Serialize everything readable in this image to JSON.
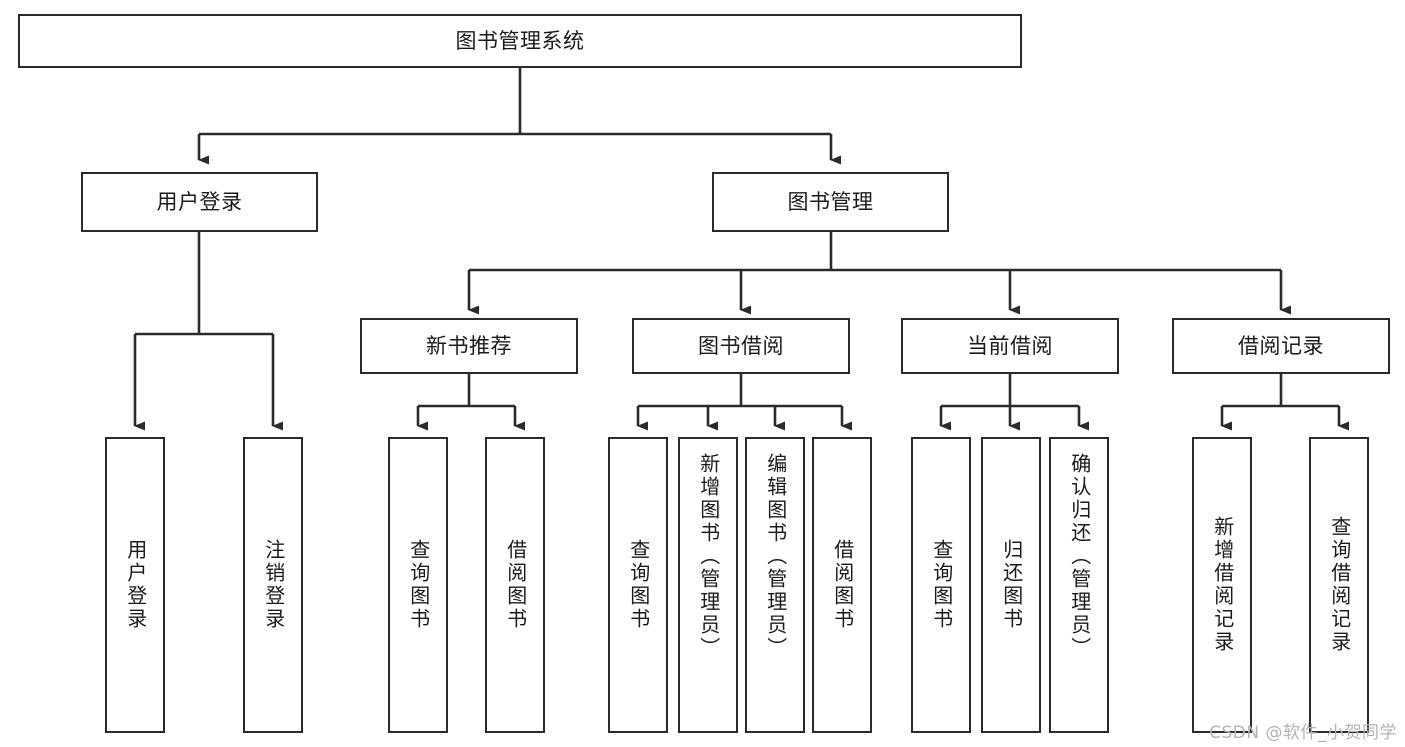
{
  "diagram": {
    "type": "tree-hierarchy",
    "title": "图书管理系统",
    "watermark": "CSDN @软件_小贺同学",
    "colors": {
      "box_border": "#2b2b2b",
      "box_fill": "#ffffff",
      "connector": "#2b2b2b",
      "text": "#1b1b1b",
      "watermark": "#b4b4b4"
    },
    "root": {
      "label": "图书管理系统"
    },
    "level2": [
      {
        "label": "用户登录"
      },
      {
        "label": "图书管理"
      }
    ],
    "level3": [
      {
        "label": "新书推荐"
      },
      {
        "label": "图书借阅"
      },
      {
        "label": "当前借阅"
      },
      {
        "label": "借阅记录"
      }
    ],
    "leaves": {
      "user_login": [
        {
          "label": "用户登录"
        },
        {
          "label": "注销登录"
        }
      ],
      "new_book_recommend": [
        {
          "label": "查询图书"
        },
        {
          "label": "借阅图书"
        }
      ],
      "book_borrow": [
        {
          "label": "查询图书"
        },
        {
          "label": "新增图书（管理员）"
        },
        {
          "label": "编辑图书（管理员）"
        },
        {
          "label": "借阅图书"
        }
      ],
      "current_borrow": [
        {
          "label": "查询图书"
        },
        {
          "label": "归还图书"
        },
        {
          "label": "确认归还（管理员）"
        }
      ],
      "borrow_record": [
        {
          "label": "新增借阅记录"
        },
        {
          "label": "查询借阅记录"
        }
      ]
    }
  }
}
